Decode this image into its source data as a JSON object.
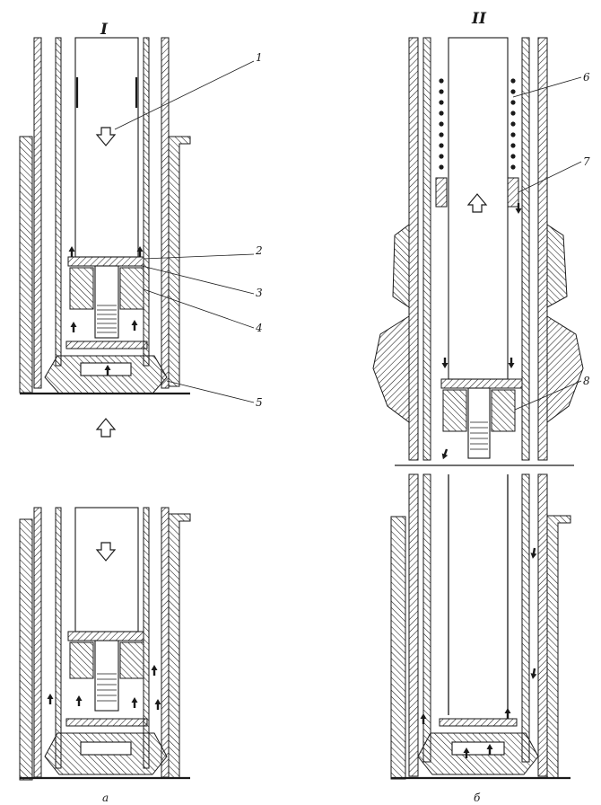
{
  "diagram": {
    "section_labels": {
      "left": "I",
      "right": "II"
    },
    "callouts": [
      "1",
      "2",
      "3",
      "4",
      "5",
      "6",
      "7",
      "8"
    ],
    "bottom_marks": {
      "left": "a",
      "right": "б"
    },
    "colors": {
      "ink": "#1a1a1a",
      "paper": "#ffffff"
    }
  }
}
